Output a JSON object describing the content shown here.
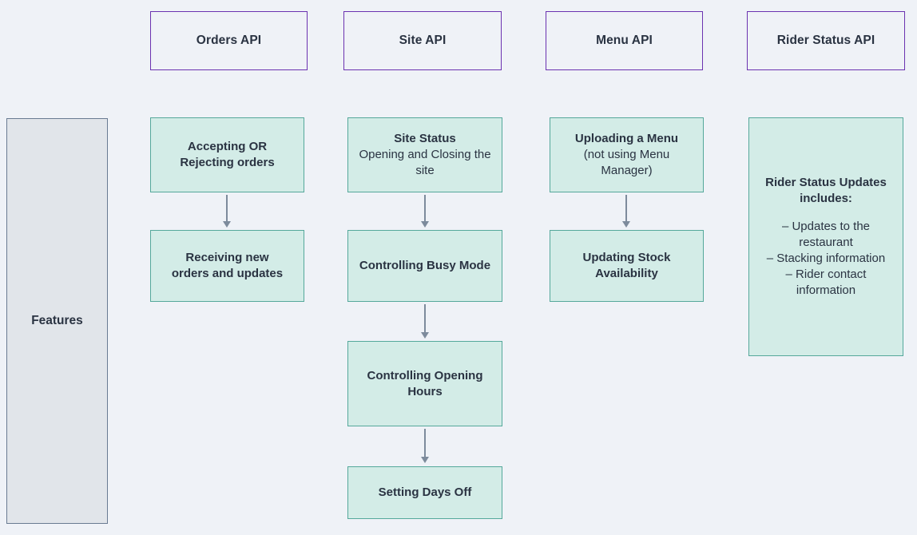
{
  "theme": {
    "background": "#eff2f7",
    "api_border": "#6b32b0",
    "feature_fill": "#d3ece7",
    "feature_border": "#55a89b",
    "panel_fill": "#e1e5ea",
    "panel_border": "#697b92",
    "arrow": "#7d8b9c",
    "text": "#2a3342"
  },
  "side_panel": {
    "label": "Features"
  },
  "columns": [
    {
      "api": {
        "label": "Orders API"
      },
      "features": [
        {
          "title": "Accepting OR",
          "title2": "Rejecting orders"
        },
        {
          "title": "Receiving new",
          "title2": "orders and updates"
        }
      ]
    },
    {
      "api": {
        "label": "Site API"
      },
      "features": [
        {
          "title": "Site Status",
          "sub": "Opening and Closing the site"
        },
        {
          "title": "Controlling Busy Mode"
        },
        {
          "title": "Controlling Opening Hours"
        },
        {
          "title": "Setting Days Off"
        }
      ]
    },
    {
      "api": {
        "label": "Menu API"
      },
      "features": [
        {
          "title": "Uploading a Menu",
          "sub": "(not using Menu Manager)"
        },
        {
          "title": "Updating Stock Availability"
        }
      ]
    },
    {
      "api": {
        "label": "Rider Status API"
      },
      "features": [
        {
          "title": "Rider Status Updates includes:",
          "list": [
            "– Updates to the restaurant",
            "– Stacking information",
            "– Rider contact information"
          ]
        }
      ]
    }
  ]
}
